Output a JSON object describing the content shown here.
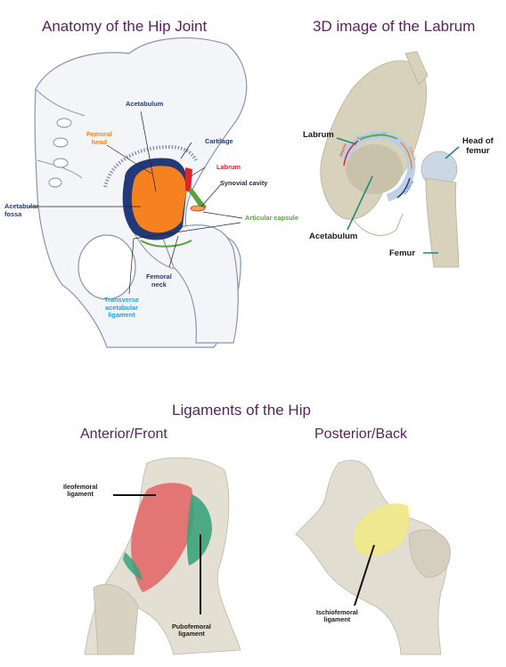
{
  "titles": {
    "anatomy": "Anatomy of the Hip Joint",
    "labrum3d": "3D image of the Labrum",
    "ligaments": "Ligaments of the Hip",
    "anterior": "Anterior/Front",
    "posterior": "Posterior/Back"
  },
  "anatomy_labels": {
    "acetabulum": "Acetabulum",
    "femoral_head_1": "Femoral",
    "femoral_head_2": "head",
    "cartilage": "Cartilage",
    "labrum": "Labrum",
    "synovial_cavity": "Synovial cavity",
    "acetabular_fossa_1": "Acetabular",
    "acetabular_fossa_2": "fossa",
    "articular_capsule": "Articular capsule",
    "femoral_neck_1": "Femoral",
    "femoral_neck_2": "neck",
    "transverse_1": "Transverse",
    "transverse_2": "acetabular",
    "transverse_3": "ligament"
  },
  "labrum_labels": {
    "labrum": "Labrum",
    "head_of_femur_1": "Head of",
    "head_of_femur_2": "femur",
    "acetabulum": "Acetabulum",
    "femur": "Femur",
    "arc_anterior": "Anterior",
    "arc_superior": "Anterior Superior",
    "arc_lateral": "Superior",
    "arc_posterior": "Posterior"
  },
  "ligament_labels": {
    "ileofemoral_1": "Ileofemoral",
    "ileofemoral_2": "ligament",
    "pubofemoral_1": "Pubofemoral",
    "pubofemoral_2": "ligament",
    "ischiofemoral_1": "Ischiofemoral",
    "ischiofemoral_2": "ligament"
  },
  "colors": {
    "title": "#5b1f5c",
    "navy": "#233a7a",
    "orange": "#f5821f",
    "red": "#d9262b",
    "green": "#58a33b",
    "cyan": "#1da3d6",
    "bone_outline": "#8a93b0",
    "bone_fill": "#f4f5f9",
    "ligament_red": "#e26a6a",
    "ligament_green": "#3aa37a",
    "ligament_yellow": "#efe88a",
    "bone_3d": "#d8d2bd",
    "labrum_blue": "#b9cde6",
    "pointer_teal": "#1f8a78"
  }
}
